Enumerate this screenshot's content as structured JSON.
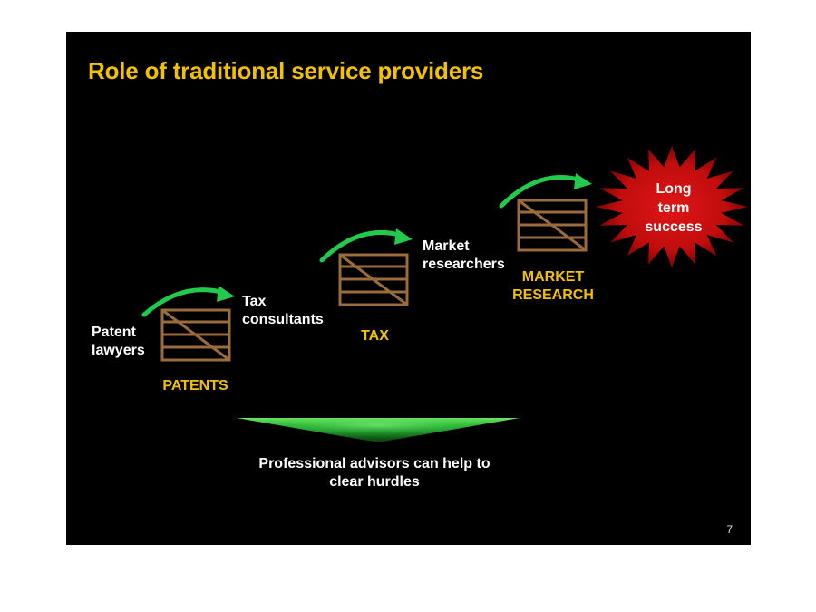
{
  "slide": {
    "title": "Role of traditional service providers",
    "page_number": "7"
  },
  "providers": {
    "patent_lawyers": "Patent\nlawyers",
    "tax_consultants": "Tax\nconsultants",
    "market_researchers": "Market\nresearchers"
  },
  "hurdles": {
    "patents": "PATENTS",
    "tax": "TAX",
    "market_research": "MARKET\nRESEARCH"
  },
  "goal": {
    "label": "Long\nterm\nsuccess"
  },
  "bottom": {
    "message": "Professional advisors can help to\nclear hurdles"
  },
  "colors": {
    "title": "#f2c200",
    "hurdle_label": "#f2c200",
    "hurdle_wood": "#9a6b3c",
    "arrow": "#22c94a",
    "star": "#d10f0f",
    "background": "#000000"
  }
}
